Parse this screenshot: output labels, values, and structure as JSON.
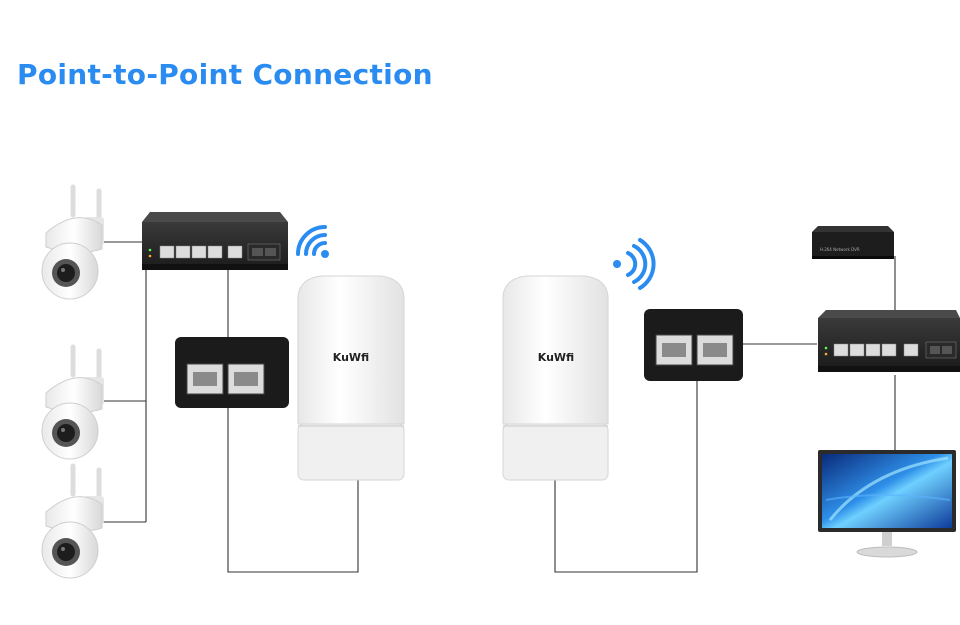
{
  "title": "Point-to-Point Connection",
  "cpe_left": {
    "brand": "KuWfi"
  },
  "cpe_right": {
    "brand": "KuWfi"
  },
  "nvr": {
    "label": "H.264 Network DVR"
  },
  "colors": {
    "title": "#2a8cf0",
    "wifi_signal": "#2a8cf0",
    "device_dark": "#1b1b1b",
    "cpe_body": "#f6f6f6",
    "cable": "#333333"
  }
}
